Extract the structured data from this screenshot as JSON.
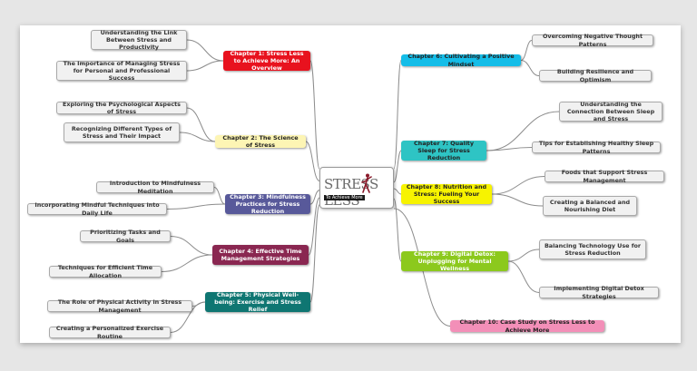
{
  "central": {
    "logo_text_left": "STRESS",
    "logo_text_right": "LESS",
    "tagline": "To Achieve More"
  },
  "chapters": [
    {
      "key": "c1",
      "label": "Chapter 1: Stress Less to Achieve More: An Overview",
      "color": "#e8121e",
      "text_color": "#ffffff",
      "subs": [
        "Understanding the Link Between Stress and Productivity",
        "The Importance of Managing Stress for Personal and Professional Success"
      ]
    },
    {
      "key": "c2",
      "label": "Chapter 2: The Science of Stress",
      "color": "#fdf5b4",
      "text_color": "#222222",
      "subs": [
        "Exploring the Psychological Aspects of Stress",
        "Recognizing Different Types of Stress and Their Impact"
      ]
    },
    {
      "key": "c3",
      "label": "Chapter 3: Mindfulness Practices for Stress Reduction",
      "color": "#58599a",
      "text_color": "#ffffff",
      "subs": [
        "Introduction to Mindfulness Meditation",
        "Incorporating Mindful Techniques into Daily Life"
      ]
    },
    {
      "key": "c4",
      "label": "Chapter 4: Effective Time Management Strategies",
      "color": "#8a2751",
      "text_color": "#ffffff",
      "subs": [
        "Prioritizing Tasks and Goals",
        "Techniques for Efficient Time Allocation"
      ]
    },
    {
      "key": "c5",
      "label": "Chapter 5: Physical Well-being: Exercise and Stress Relief",
      "color": "#0f7672",
      "text_color": "#ffffff",
      "subs": [
        "The Role of Physical Activity in Stress Management",
        "Creating a Personalized Exercise Routine"
      ]
    },
    {
      "key": "c6",
      "label": "Chapter 6: Cultivating a Positive Mindset",
      "color": "#14bde8",
      "text_color": "#222222",
      "subs": [
        "Overcoming Negative Thought Patterns",
        "Building Resilience and Optimism"
      ]
    },
    {
      "key": "c7",
      "label": "Chapter 7: Quality Sleep for Stress Reduction",
      "color": "#2ec4c4",
      "text_color": "#222222",
      "subs": [
        "Understanding the Connection Between Sleep and Stress",
        "Tips for Establishing Healthy Sleep Patterns"
      ]
    },
    {
      "key": "c8",
      "label": "Chapter 8: Nutrition and Stress: Fueling Your Success",
      "color": "#f7f300",
      "text_color": "#222222",
      "subs": [
        "Foods that Support Stress Management",
        "Creating a Balanced and Nourishing Diet"
      ]
    },
    {
      "key": "c9",
      "label": "Chapter 9: Digital Detox: Unplugging for Mental Wellness",
      "color": "#8cc91d",
      "text_color": "#ffffff",
      "subs": [
        "Balancing Technology Use for Stress Reduction",
        "Implementing Digital Detox Strategies"
      ]
    },
    {
      "key": "c10",
      "label": "Chapter 10: Case Study on Stress Less to Achieve More",
      "color": "#f38fb8",
      "text_color": "#222222",
      "subs": []
    }
  ],
  "colors": {
    "link": "#8c8c8c",
    "sub_fill": "#f1f1f1",
    "sub_border": "#a9a9a9",
    "logo_mark": "#8b1a2b"
  }
}
